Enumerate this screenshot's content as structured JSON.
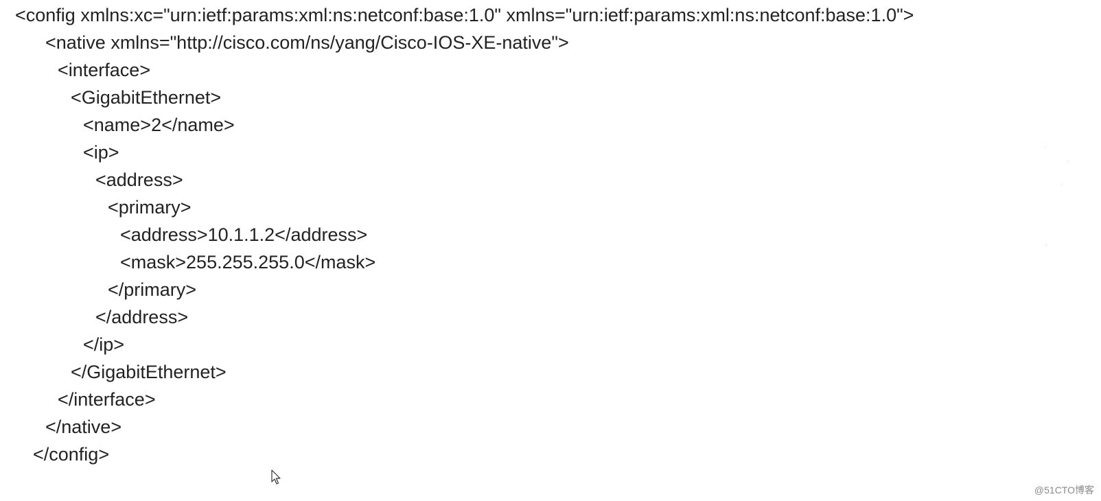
{
  "lines": [
    "<config xmlns:xc=\"urn:ietf:params:xml:ns:netconf:base:1.0\" xmlns=\"urn:ietf:params:xml:ns:netconf:base:1.0\">",
    "<native xmlns=\"http://cisco.com/ns/yang/Cisco-IOS-XE-native\">",
    "<interface>",
    "<GigabitEthernet>",
    "<name>2</name>",
    "<ip>",
    "<address>",
    "<primary>",
    "<address>10.1.1.2</address>",
    "<mask>255.255.255.0</mask>",
    "</primary>",
    "</address>",
    "</ip>",
    "</GigabitEthernet>",
    "</interface>",
    "</native>",
    "</config>"
  ],
  "watermark": "@51CTO博客",
  "icons": {
    "cursor": "mouse-pointer-icon"
  }
}
